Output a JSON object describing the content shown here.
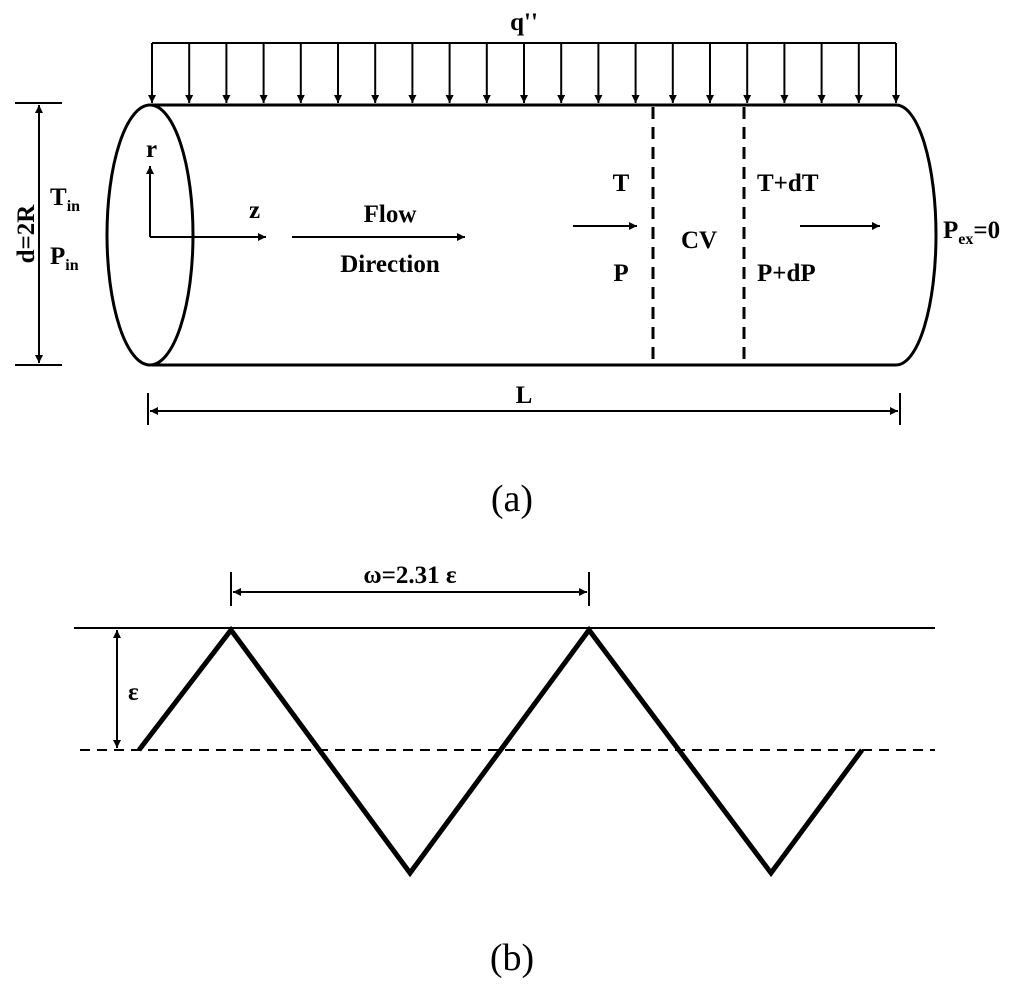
{
  "figure_a": {
    "heat_flux_label": "q''",
    "diameter_label": "d=2R",
    "inlet_temperature": {
      "main": "T",
      "sub": "in"
    },
    "inlet_pressure": {
      "main": "P",
      "sub": "in"
    },
    "radial_axis_label": "r",
    "axial_axis_label": "z",
    "flow_direction_line1": "Flow",
    "flow_direction_line2": "Direction",
    "cv_in_temperature": "T",
    "cv_in_pressure": "P",
    "control_volume_label": "CV",
    "cv_out_temperature": "T+dT",
    "cv_out_pressure": "P+dP",
    "outlet_pressure": {
      "main": "P",
      "sub": "ex",
      "rest": "=0"
    },
    "length_label": "L",
    "caption": "(a)"
  },
  "figure_b": {
    "pitch_label": "ω=2.31 ε",
    "roughness_height_label": "ε",
    "caption": "(b)"
  },
  "colors": {
    "ink": "#000000",
    "background": "#ffffff"
  }
}
